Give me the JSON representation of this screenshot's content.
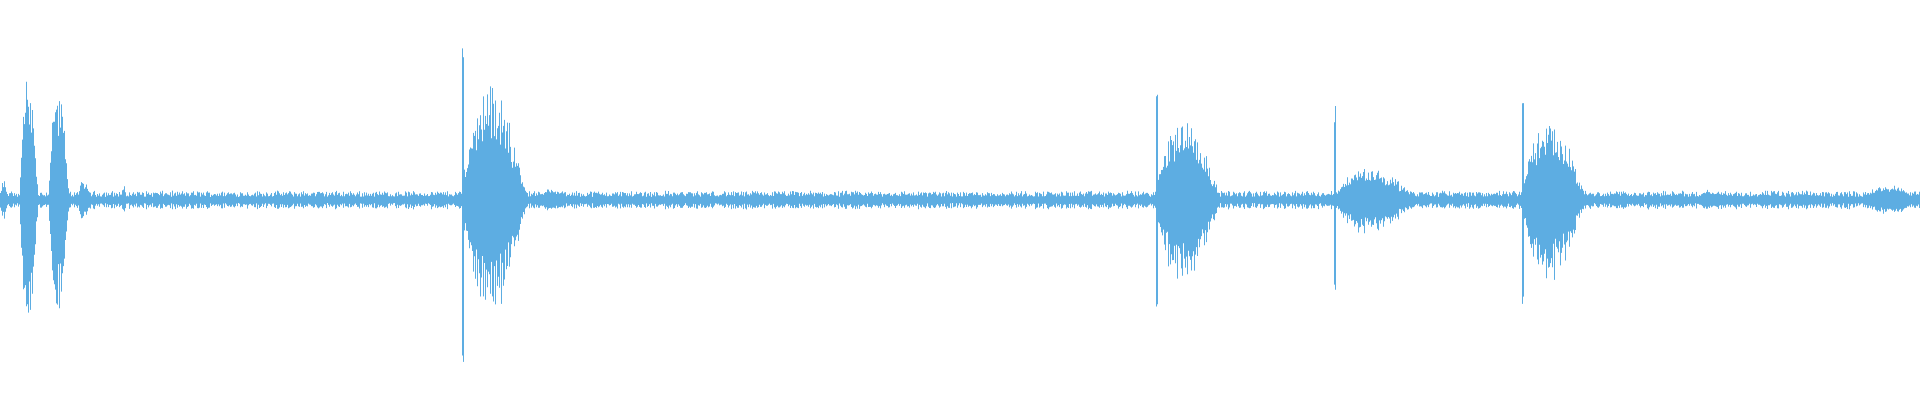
{
  "waveform": {
    "color": "#5dade2",
    "background": "#ffffff",
    "noise_amplitude": 0.04,
    "bursts": [
      {
        "start": 0.0,
        "end": 0.004,
        "peak": 0.12
      },
      {
        "start": 0.01,
        "end": 0.02,
        "peak": 0.72
      },
      {
        "start": 0.025,
        "end": 0.036,
        "peak": 0.7
      },
      {
        "start": 0.04,
        "end": 0.047,
        "peak": 0.12
      },
      {
        "start": 0.063,
        "end": 0.066,
        "peak": 0.08
      },
      {
        "start": 0.24,
        "end": 0.275,
        "peak": 0.66
      },
      {
        "start": 0.275,
        "end": 0.3,
        "peak": 0.06
      },
      {
        "start": 0.601,
        "end": 0.636,
        "peak": 0.48
      },
      {
        "start": 0.694,
        "end": 0.738,
        "peak": 0.2
      },
      {
        "start": 0.792,
        "end": 0.826,
        "peak": 0.48
      },
      {
        "start": 0.885,
        "end": 0.893,
        "peak": 0.07
      },
      {
        "start": 0.97,
        "end": 1.0,
        "peak": 0.09
      }
    ],
    "spikes": [
      {
        "pos": 0.2408,
        "amp": 0.9
      },
      {
        "pos": 0.6025,
        "amp": 0.58
      },
      {
        "pos": 0.695,
        "amp": 0.52
      },
      {
        "pos": 0.793,
        "amp": 0.58
      }
    ]
  }
}
